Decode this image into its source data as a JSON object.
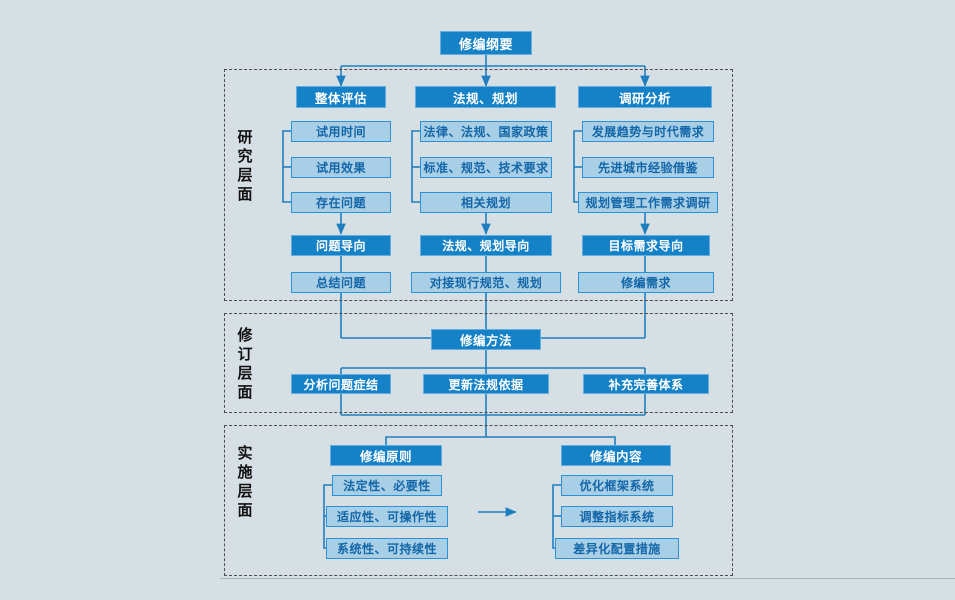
{
  "meta": {
    "title": "修编纲要流程图",
    "background_color": "#d6dfe4",
    "dark_node_color": "#1581c7",
    "light_node_color": "#a9cfe7",
    "dark_text_color": "#ffffff",
    "light_text_color": "#1366a8",
    "connector_color": "#1f7ec0",
    "section_border_color": "#4d4d4d"
  },
  "root": {
    "label": "修编纲要"
  },
  "sections": [
    {
      "id": "research",
      "label": "研究层面",
      "columns": [
        {
          "id": "overall-evaluation",
          "head": "整体评估",
          "items": [
            "试用时间",
            "试用效果",
            "存在问题"
          ],
          "orientation": "问题导向",
          "outcome": "总结问题"
        },
        {
          "id": "regulation-planning",
          "head": "法规、规划",
          "items": [
            "法律、法规、国家政策",
            "标准、规范、技术要求",
            "相关规划"
          ],
          "orientation": "法规、规划导向",
          "outcome": "对接现行规范、规划"
        },
        {
          "id": "research-analysis",
          "head": "调研分析",
          "items": [
            "发展趋势与时代需求",
            "先进城市经验借鉴",
            "规划管理工作需求调研"
          ],
          "orientation": "目标需求导向",
          "outcome": "修编需求"
        }
      ]
    },
    {
      "id": "revision",
      "label": "修订层面",
      "head": "修编方法",
      "items": [
        "分析问题症结",
        "更新法规依据",
        "补充完善体系"
      ]
    },
    {
      "id": "implementation",
      "label": "实施层面",
      "columns": [
        {
          "id": "revision-principles",
          "head": "修编原则",
          "items": [
            "法定性、必要性",
            "适应性、可操作性",
            "系统性、可持续性"
          ]
        },
        {
          "id": "revision-content",
          "head": "修编内容",
          "items": [
            "优化框架系统",
            "调整指标系统",
            "差异化配置措施"
          ]
        }
      ]
    }
  ]
}
